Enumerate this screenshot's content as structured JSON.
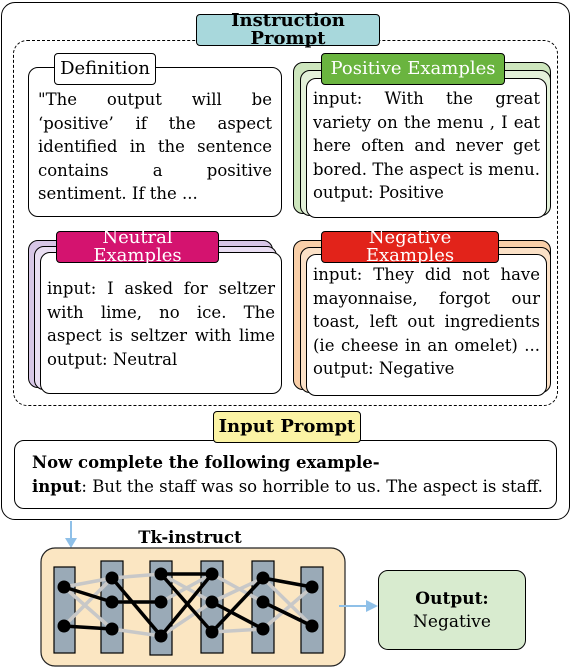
{
  "instruction_prompt": {
    "title": "Instruction Prompt"
  },
  "definition": {
    "label": "Definition",
    "lines": [
      "\"The output will be",
      "‘positive’ if the aspect",
      "identified in the sentence",
      "contains a positive",
      "sentiment. If the ..."
    ]
  },
  "positive_examples": {
    "label": "Positive Examples",
    "color": "#6ab43f",
    "lines": [
      "input: With the great",
      "variety on the menu , I eat",
      "here often and never get",
      "bored. The aspect is menu.",
      "output: Positive"
    ]
  },
  "neutral_examples": {
    "label": "Neutral Examples",
    "color": "#d4136f",
    "lines": [
      "input: I asked for seltzer",
      "with lime, no ice. The",
      "aspect is seltzer with lime",
      "output: Neutral"
    ]
  },
  "negative_examples": {
    "label": "Negative Examples",
    "color": "#e2231a",
    "lines": [
      "input: They did not have",
      "mayonnaise, forgot our",
      "toast, left out ingredients",
      "(ie cheese in an omelet) ...",
      "output: Negative"
    ]
  },
  "input_prompt": {
    "title": "Input Prompt",
    "line1": "Now complete the following example-",
    "input_keyword": "input",
    "input_text": ": But the staff was so horrible to us. The aspect is staff."
  },
  "model": {
    "name": "Tk-instruct"
  },
  "output": {
    "title": "Output:",
    "value": "Negative"
  }
}
